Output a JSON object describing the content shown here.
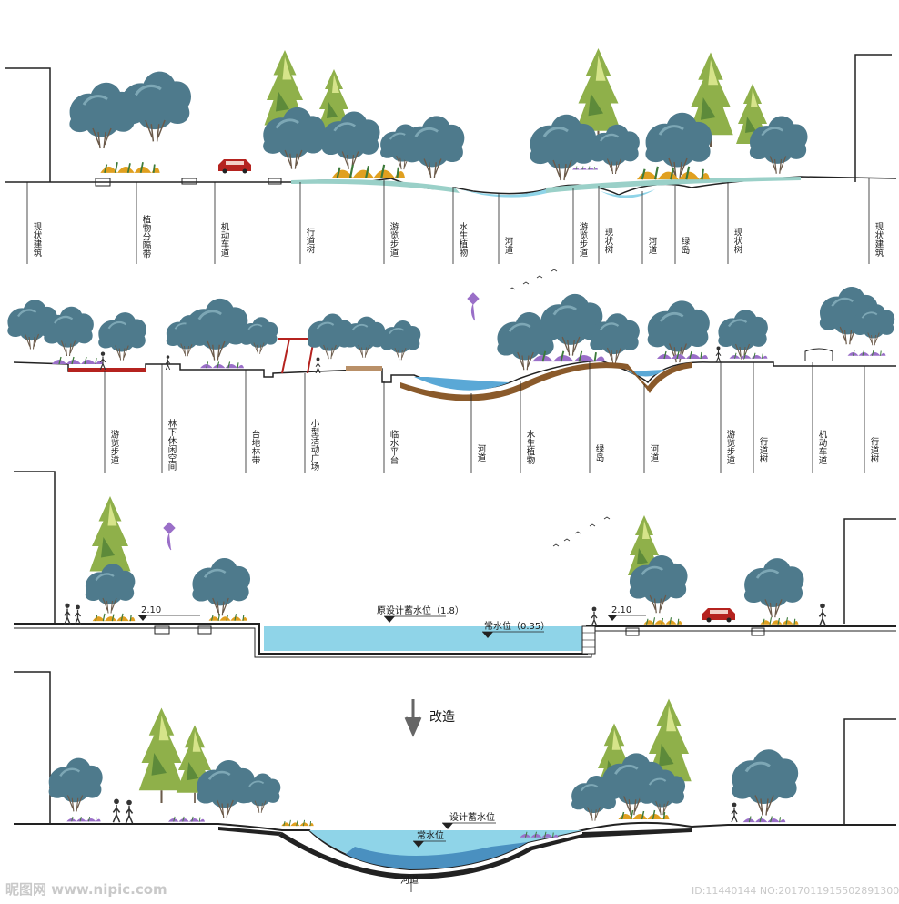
{
  "section1": {
    "labels": [
      "现状建筑",
      "植物分隔带",
      "机动车道",
      "行道树",
      "游览步道",
      "水生植物",
      "河道",
      "游览步道",
      "现状树",
      "河道",
      "绿岛",
      "现状树",
      "现状建筑"
    ]
  },
  "section2": {
    "labels": [
      "游览步道",
      "林下休闲空间",
      "台地林带",
      "小型活动广场",
      "临水平台",
      "河道",
      "水生植物",
      "绿岛",
      "河道",
      "游览步道",
      "行道树",
      "机动车道",
      "行道树"
    ]
  },
  "section3": {
    "elev_left": "2.10",
    "elev_right": "2.10",
    "orig_level": "原设计蓄水位（1.8）",
    "normal_level": "常水位（0.35）"
  },
  "transform": {
    "label": "改造"
  },
  "section4": {
    "design_level": "设计蓄水位",
    "normal_level": "常水位",
    "river": "河道"
  },
  "watermark": {
    "logo": "昵图网 www.nipic.com",
    "id": "ID:11440144 NO:20170119155028913000"
  },
  "colors": {
    "tree": "#4e7a8c",
    "tree_light": "#7da7b5",
    "conifer": "#8fb04a",
    "water": "#8fd4e8",
    "flower": "#e0a020",
    "purple": "#9a6fc8",
    "car": "#b5231f",
    "soil": "#8a5a2b"
  }
}
